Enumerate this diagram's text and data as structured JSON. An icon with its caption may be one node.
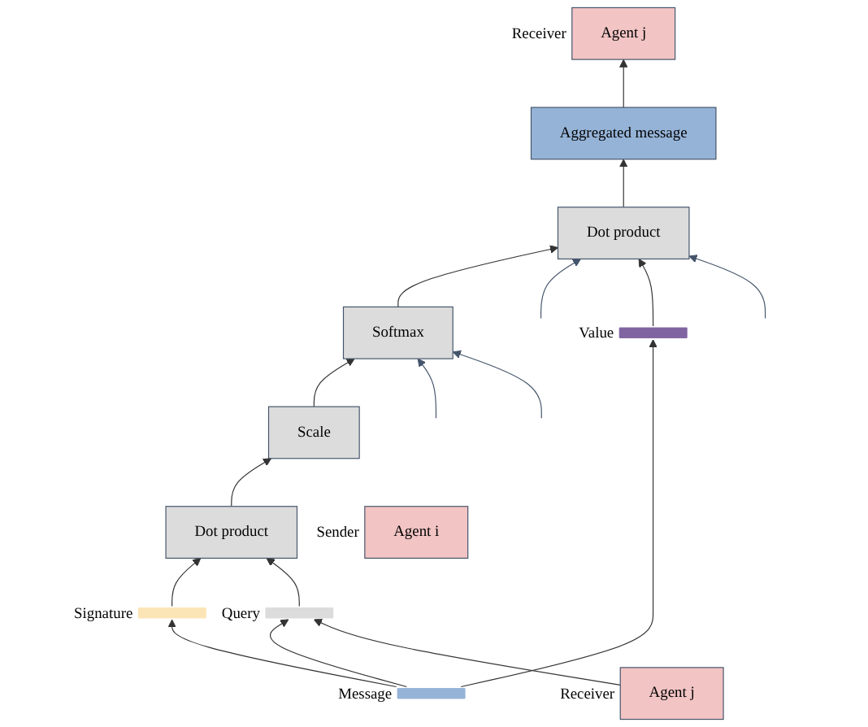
{
  "diagram": {
    "nodes": [
      {
        "text": [
          "Aggregated message"
        ]
      },
      {
        "text": [
          "Dot product"
        ]
      },
      {
        "text": [
          "Softmax"
        ]
      },
      {
        "text": [
          "Scale"
        ]
      },
      {
        "text": [
          "Agent i"
        ],
        "beside": [
          "Sender"
        ]
      },
      {
        "text": [
          "Dot product"
        ]
      },
      {
        "text": [
          "Agent j"
        ],
        "beside": [
          "Receiver"
        ]
      },
      {
        "text": [],
        "shape": "bar",
        "beside": [
          "Message"
        ]
      },
      {
        "text": [],
        "shape": "bar",
        "beside": [
          "Signature"
        ]
      },
      {
        "text": [],
        "shape": "bar",
        "beside": [
          "Query"
        ]
      },
      {
        "text": [],
        "shape": "bar",
        "beside": [
          "Value"
        ]
      },
      {
        "text": [
          "Agent j"
        ],
        "beside": [
          "Receiver"
        ]
      }
    ],
    "edges": [
      {
        "from": 7,
        "to": 8,
        "arrow": "to"
      },
      {
        "from": 7,
        "to": 9,
        "arrow": "to"
      },
      {
        "from": 7,
        "to": 10,
        "arrow": "to"
      },
      {
        "from": 11,
        "to": 9,
        "arrow": "to"
      },
      {
        "from": 8,
        "to": 5,
        "arrow": "to"
      },
      {
        "from": 9,
        "to": 5,
        "arrow": "to"
      },
      {
        "from": 5,
        "to": 3,
        "arrow": "to"
      },
      {
        "from": 3,
        "to": 2,
        "arrow": "to"
      },
      {
        "from": null,
        "to": 2,
        "arrow": "to",
        "color": "#44546a"
      },
      {
        "from": null,
        "to": 2,
        "arrow": "to",
        "color": "#44546a"
      },
      {
        "from": 2,
        "to": 1,
        "arrow": "to"
      },
      {
        "from": null,
        "to": 1,
        "arrow": "to",
        "color": "#44546a"
      },
      {
        "from": 10,
        "to": 1,
        "arrow": "to"
      },
      {
        "from": null,
        "to": 1,
        "arrow": "to",
        "color": "#44546a"
      },
      {
        "from": 1,
        "to": 0,
        "arrow": "to"
      },
      {
        "from": 0,
        "to": 6,
        "arrow": "to"
      }
    ]
  }
}
